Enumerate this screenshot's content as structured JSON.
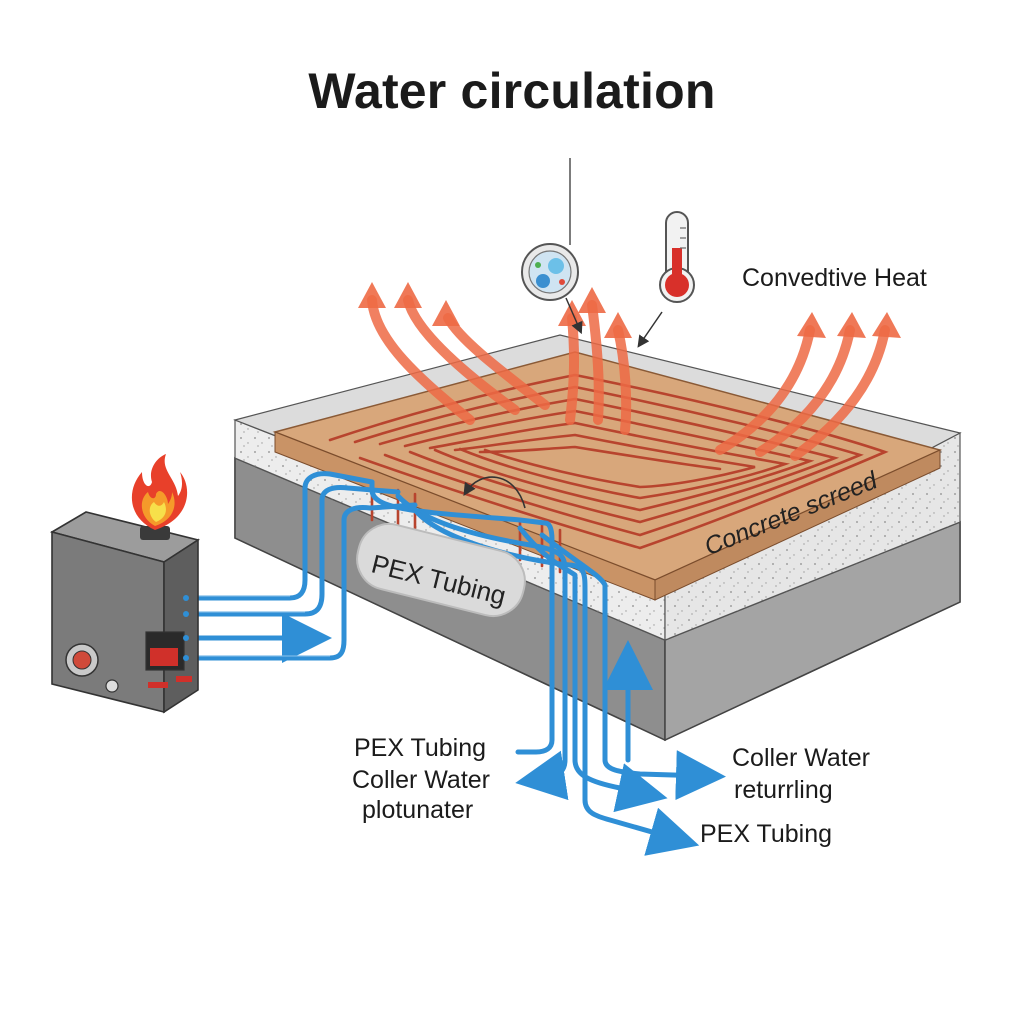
{
  "title": "Water circulation",
  "labels": {
    "convective_heat": "Convedtive Heat",
    "concrete_screed": "Concrete screed",
    "pex_tubing_badge": "PEX Tubing",
    "pex_tubing_left": "PEX Tubing",
    "coller_water_left": "Coller Water",
    "plotunater": "plotunater",
    "coller_water_right": "Coller Water",
    "returrling": "returrling",
    "pex_tubing_bottom": "PEX Tubing"
  },
  "icons": [
    "flame-icon",
    "thermometer-icon",
    "thermostat-dial-icon",
    "boiler-icon"
  ],
  "colors": {
    "heat_arrow": "#ee6a45",
    "hot_pipe": "#b8442e",
    "cold_pipe": "#2f8fd6",
    "screed_top": "#d8a77b",
    "slab": "#8c8c8c"
  }
}
